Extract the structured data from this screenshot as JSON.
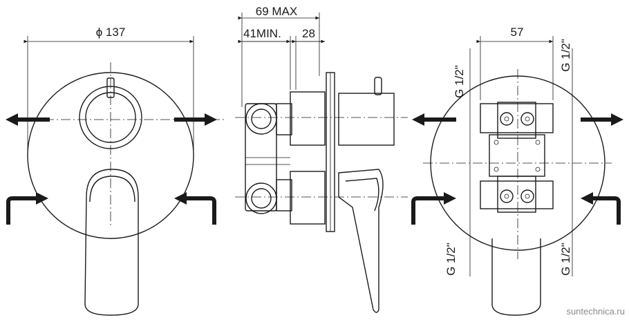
{
  "dimensions": {
    "diameter": "ϕ 137",
    "depth_max": "69 MAX",
    "depth_min": "41MIN.",
    "depth_adjust": "28",
    "port_spacing": "57",
    "thread_top_left": "G 1/2\"",
    "thread_top_right": "G 1/2\"",
    "thread_bottom_left": "G 1/2\"",
    "thread_bottom_right": "G 1/2\""
  },
  "watermark": "suntechnica.ru"
}
